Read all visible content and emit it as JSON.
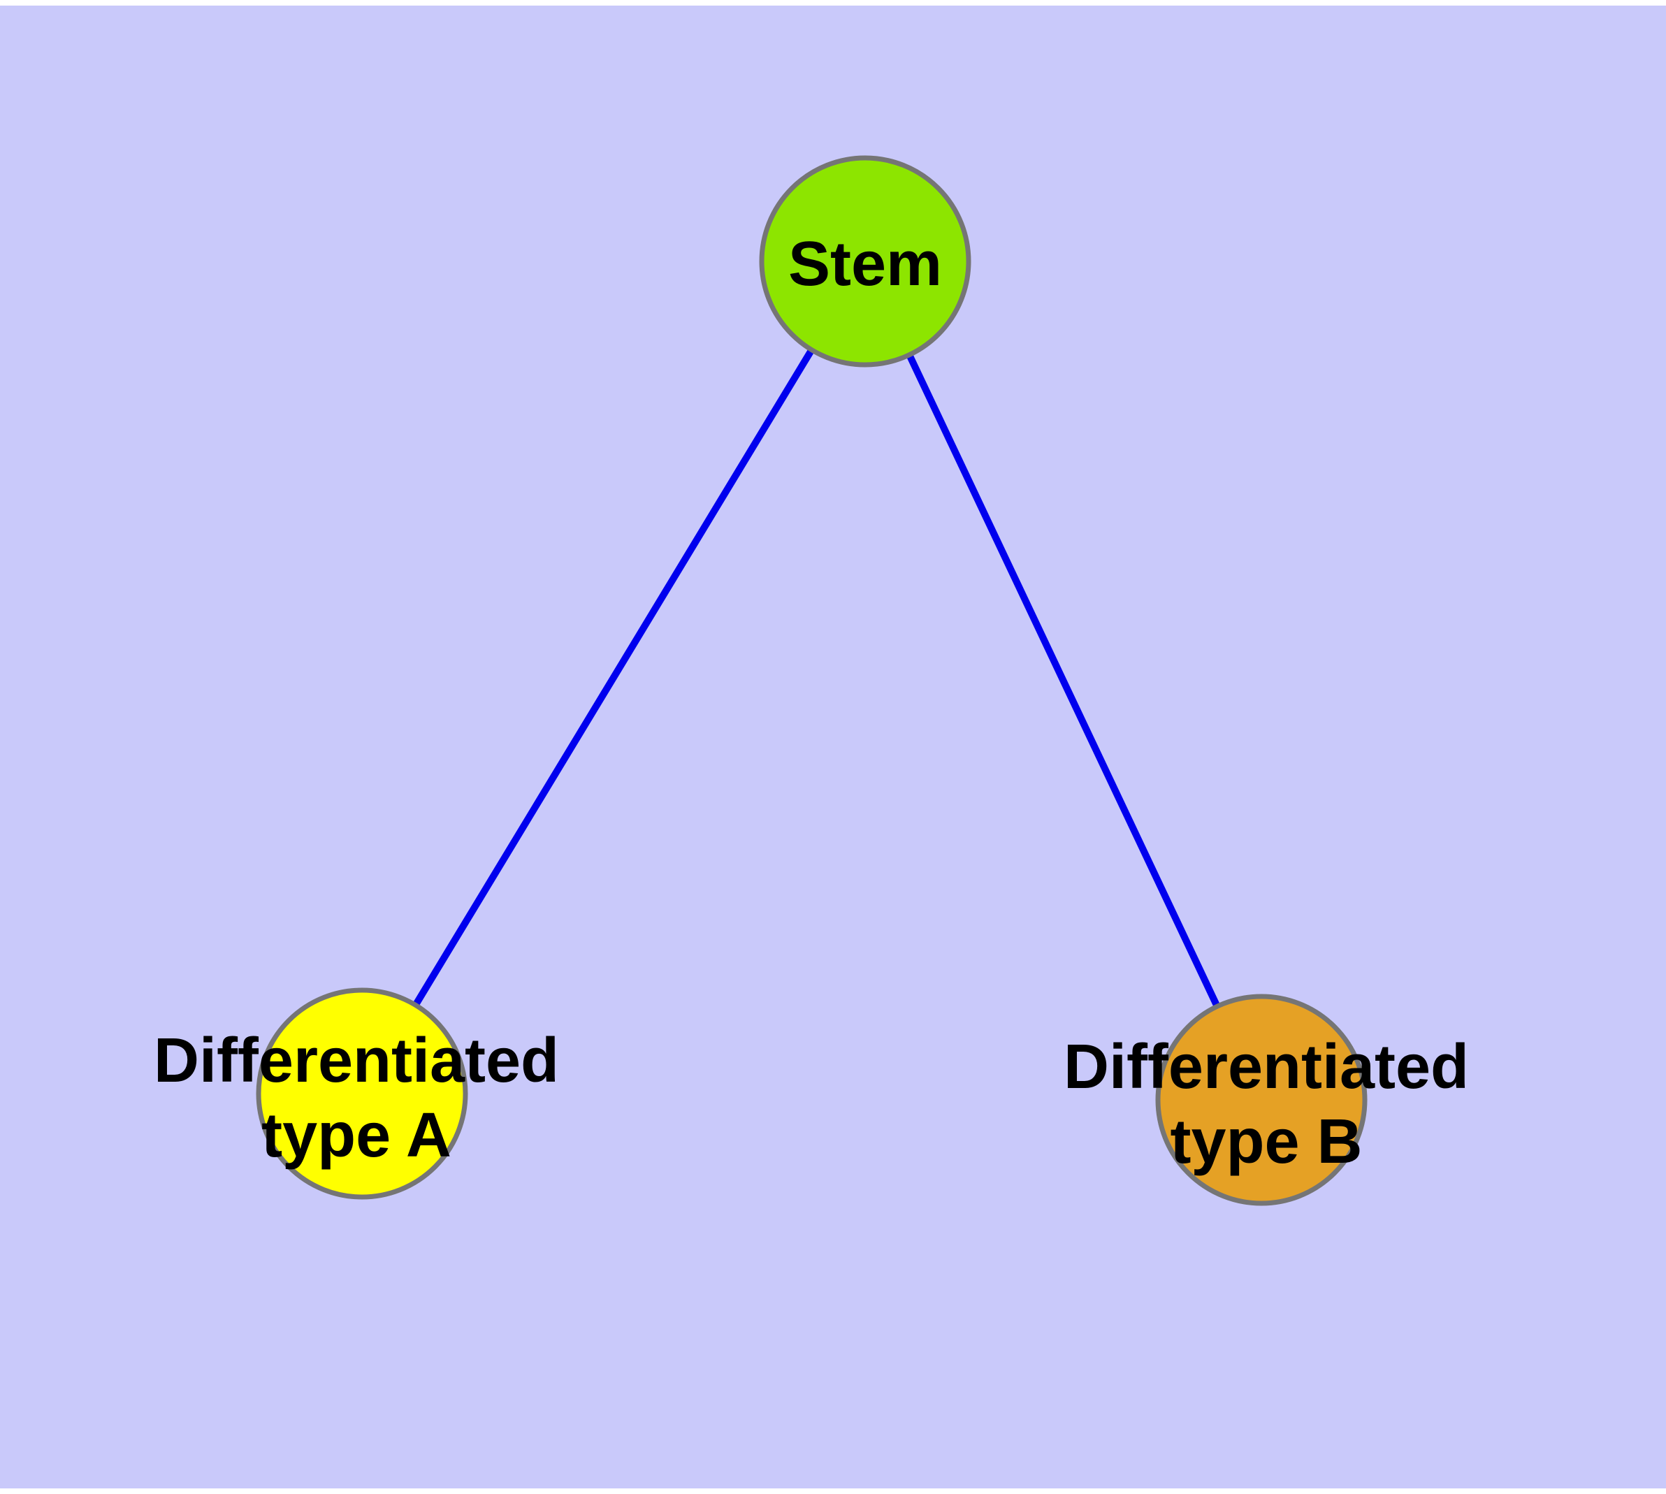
{
  "canvas": {
    "page_background": "#FFFFFF",
    "plot_background": "#C9C9FA"
  },
  "text_color": "#000000",
  "nodes": [
    {
      "id": "stem",
      "label": "Stem",
      "label_lines": [
        "Stem"
      ],
      "fill": "#8DE500",
      "border": "#757575"
    },
    {
      "id": "differentiated-type-a",
      "label": "Differentiated type A",
      "label_lines": [
        "Differentiated",
        "type A"
      ],
      "fill": "#FFFF00",
      "border": "#757575"
    },
    {
      "id": "differentiated-type-b",
      "label": "Differentiated type B",
      "label_lines": [
        "Differentiated",
        "type B"
      ],
      "fill": "#E5A125",
      "border": "#757575"
    }
  ],
  "edges": [
    {
      "from": "stem",
      "to": "differentiated-type-a",
      "color": "#0000EE"
    },
    {
      "from": "stem",
      "to": "differentiated-type-b",
      "color": "#0000EE"
    }
  ]
}
